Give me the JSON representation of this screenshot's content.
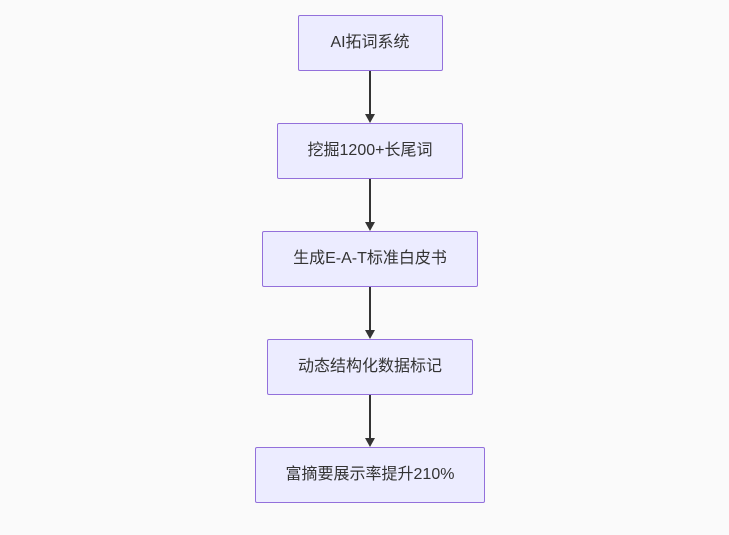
{
  "colors": {
    "background": "#fafafa",
    "node_fill": "#ECECFF",
    "node_border": "#9370DB",
    "node_text": "#333333",
    "arrow_color": "#333333"
  },
  "flowchart": {
    "type": "flowchart",
    "direction": "top-down",
    "nodes": [
      {
        "id": "n1",
        "label": "AI拓词系统"
      },
      {
        "id": "n2",
        "label": "挖掘1200+长尾词"
      },
      {
        "id": "n3",
        "label": "生成E-A-T标准白皮书"
      },
      {
        "id": "n4",
        "label": "动态结构化数据标记"
      },
      {
        "id": "n5",
        "label": "富摘要展示率提升210%"
      }
    ],
    "edges": [
      {
        "from": "n1",
        "to": "n2"
      },
      {
        "from": "n2",
        "to": "n3"
      },
      {
        "from": "n3",
        "to": "n4"
      },
      {
        "from": "n4",
        "to": "n5"
      }
    ]
  }
}
